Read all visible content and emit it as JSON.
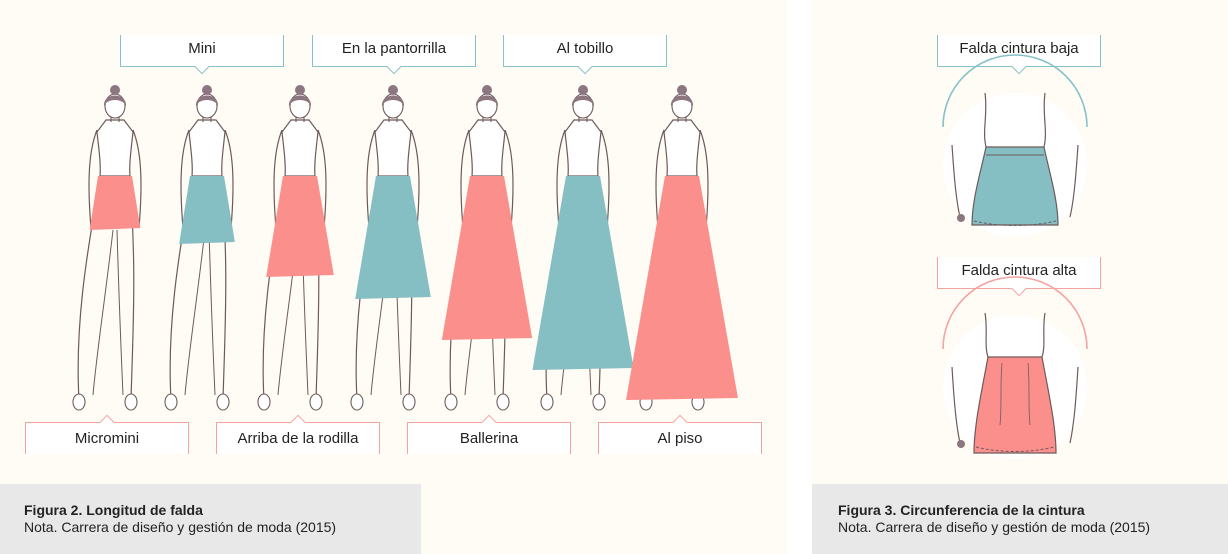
{
  "figure2": {
    "top_labels": [
      "Mini",
      "En la pantorrilla",
      "Al tobillo"
    ],
    "bottom_labels": [
      "Micromini",
      "Arriba de la rodilla",
      "Ballerina",
      "Al piso"
    ],
    "caption_title": "Figura 2. Longitud de falda",
    "caption_note": "Nota. Carrera de diseño y gestión de moda (2015)",
    "skirts": [
      {
        "name": "Micromini",
        "color": "#fb8f8c"
      },
      {
        "name": "Mini",
        "color": "#85bfc4"
      },
      {
        "name": "Arriba de la rodilla",
        "color": "#fb8f8c"
      },
      {
        "name": "En la pantorrilla",
        "color": "#85bfc4"
      },
      {
        "name": "Ballerina",
        "color": "#fb8f8c"
      },
      {
        "name": "Al tobillo",
        "color": "#85bfc4"
      },
      {
        "name": "Al piso",
        "color": "#fb8f8c"
      }
    ]
  },
  "figure3": {
    "label_low": "Falda cintura baja",
    "label_high": "Falda cintura alta",
    "caption_title": "Figura 3. Circunferencia de la cintura",
    "caption_note": "Nota. Carrera de diseño y gestión de moda (2015)"
  },
  "colors": {
    "coral": "#fb8f8c",
    "teal": "#85bfc4",
    "outline": "#6e5a5c",
    "hair": "#8c7680",
    "background": "#fefcf4"
  }
}
